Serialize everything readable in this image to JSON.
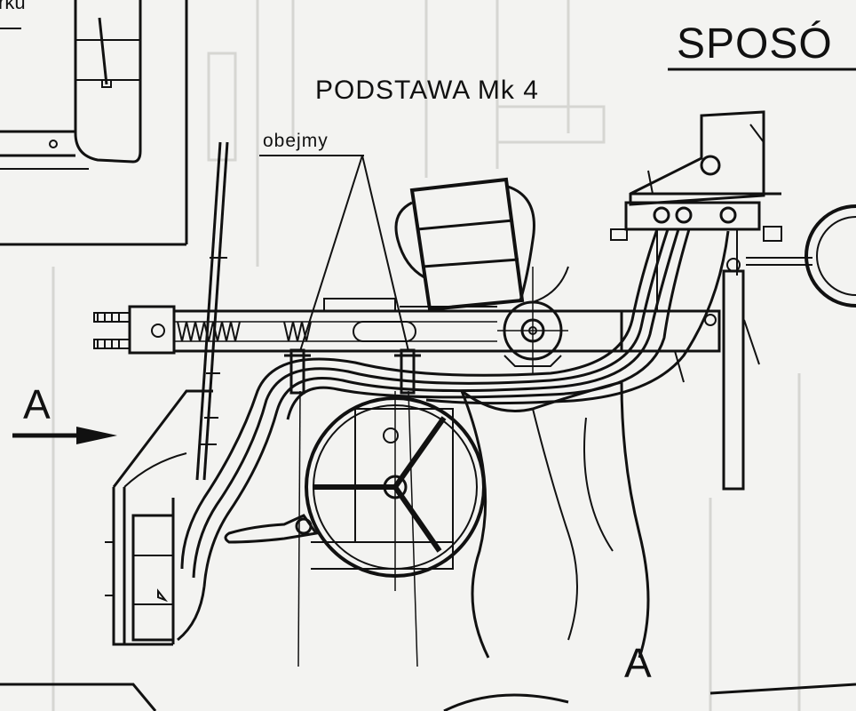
{
  "labels": {
    "top_fragment": "rku",
    "title_fragment": "SPOSÓ",
    "subtitle": "PODSTAWA Mk 4",
    "callout": "obejmy",
    "view_marker_left": "A",
    "view_marker_bottom": "A"
  },
  "colors": {
    "paper": "#f3f3f1",
    "ink": "#111111",
    "faint": "#d6d6d2",
    "shade": "#c4c4c0"
  }
}
